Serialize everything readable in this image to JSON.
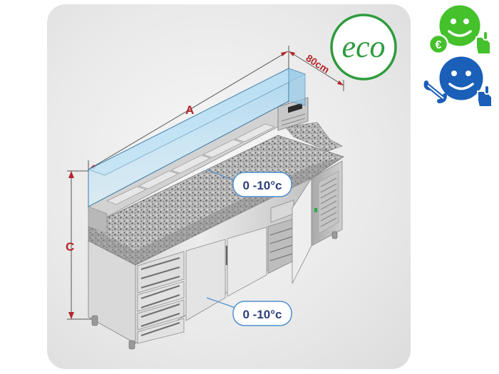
{
  "dimensions": {
    "length_label": "A",
    "height_label": "C",
    "depth_label": "80cm"
  },
  "temperature_badges": [
    {
      "text": "0 -10°c",
      "zone": "refrigerated-display"
    },
    {
      "text": "0 -10°c",
      "zone": "refrigerated-base"
    }
  ],
  "eco_badge": {
    "text": "eco"
  },
  "icons": {
    "savings": {
      "name": "smiley-euro-thumbsup-icon",
      "face_color": "#44c12b",
      "coin_symbol": "€"
    },
    "service": {
      "name": "smiley-wrench-thumbsup-icon",
      "face_color": "#1a5fb8"
    }
  },
  "colors": {
    "dimension_label": "#b3262b",
    "temperature_text": "#2b3d7a",
    "eco_green": "#2e9b3e"
  }
}
